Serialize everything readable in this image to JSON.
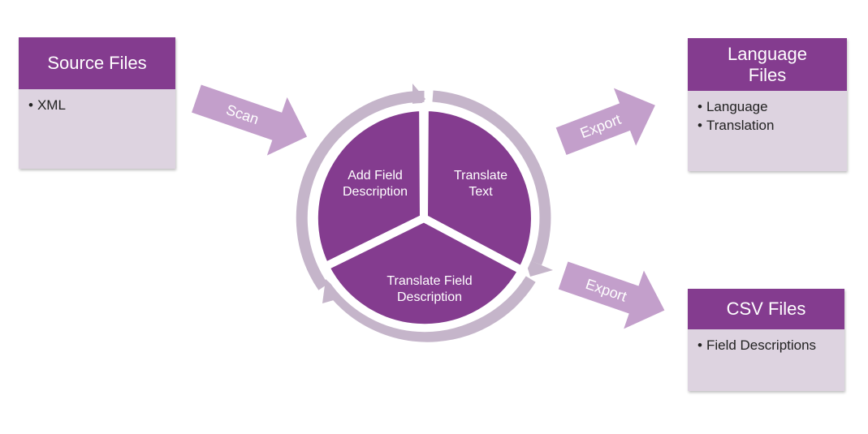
{
  "source_files": {
    "title": "Source Files",
    "items": [
      "XML"
    ]
  },
  "language_files": {
    "title": "Language Files",
    "items": [
      "Language",
      "Translation"
    ]
  },
  "csv_files": {
    "title": "CSV Files",
    "items": [
      "Field Descriptions"
    ]
  },
  "arrows": {
    "scan": "Scan",
    "export_top": "Export",
    "export_bottom": "Export"
  },
  "cycle": {
    "segment_1_line_1": "Add Field",
    "segment_1_line_2": "Description",
    "segment_2_line_1": "Translate",
    "segment_2_line_2": "Text",
    "segment_3_line_1": "Translate Field",
    "segment_3_line_2": "Description"
  },
  "colors": {
    "primary": "#843c8f",
    "light": "#ddd3e0",
    "arrow": "#c39fcb",
    "ring": "#c5b5ca"
  }
}
